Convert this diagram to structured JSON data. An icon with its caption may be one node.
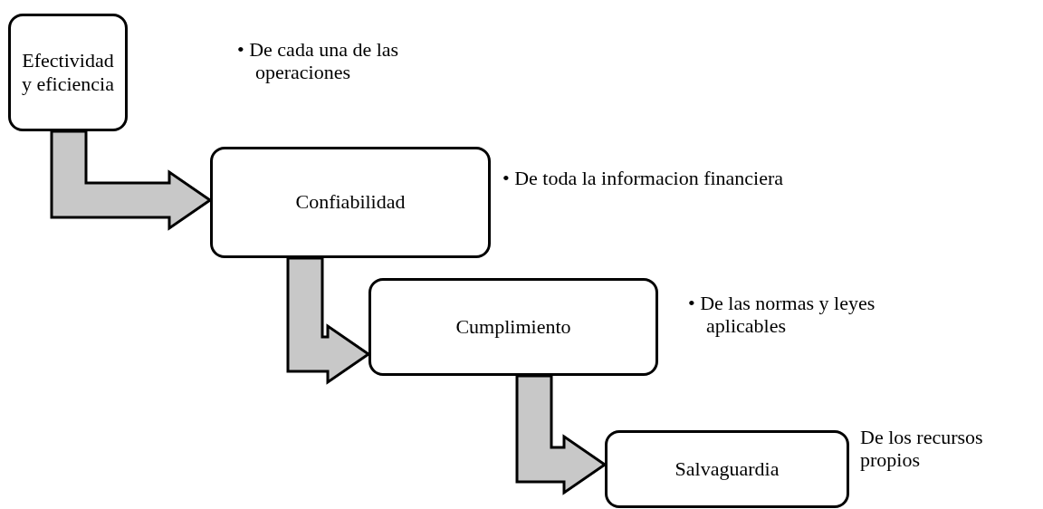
{
  "diagram": {
    "nodes": [
      {
        "text": [
          "Efectividad y eficiencia"
        ]
      },
      {
        "text": [
          "Confiabilidad"
        ]
      },
      {
        "text": [
          "Cumplimiento"
        ]
      },
      {
        "text": [
          "Salvaguardia"
        ]
      }
    ],
    "edges": [
      {
        "from": 0,
        "to": 1,
        "arrow": "to"
      },
      {
        "from": 1,
        "to": 2,
        "arrow": "to"
      },
      {
        "from": 2,
        "to": 3,
        "arrow": "to"
      }
    ],
    "labels": [
      "• De cada una de las operaciones",
      "• De toda la informacion financiera",
      "• De las normas y leyes aplicables",
      "De los recursos propios"
    ]
  }
}
